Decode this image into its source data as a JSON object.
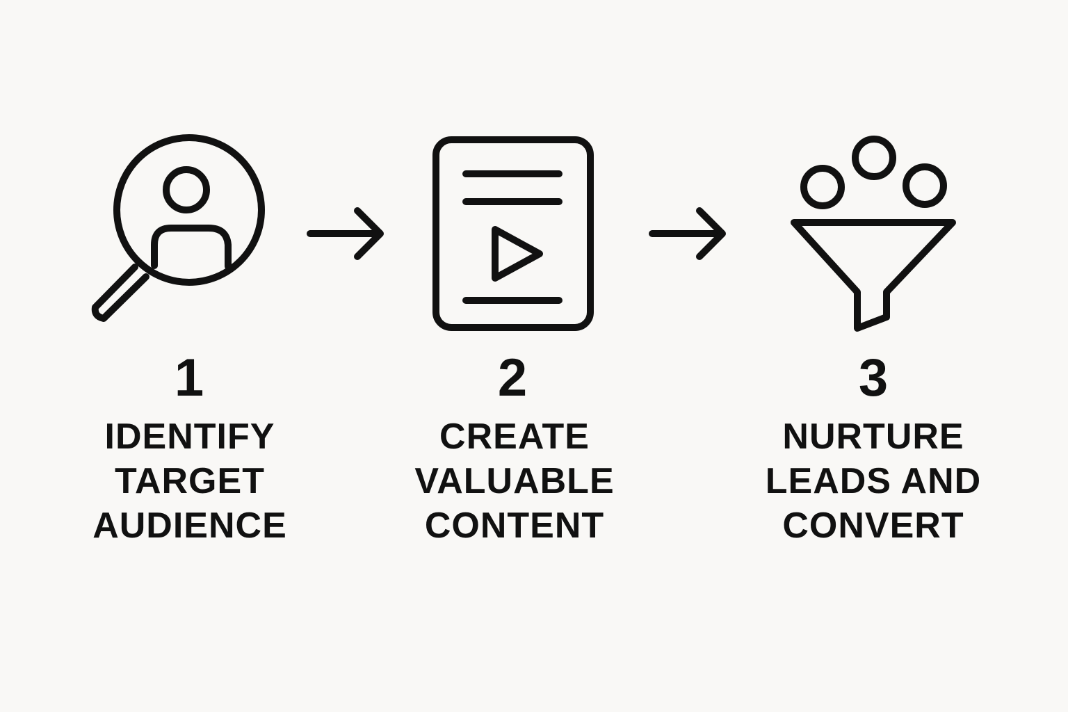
{
  "colors": {
    "background": "#f9f8f6",
    "ink": "#111111"
  },
  "steps": [
    {
      "number": "1",
      "lines": [
        "IDENTIFY",
        "TARGET",
        "AUDIENCE"
      ],
      "icon": "magnifier-person-icon"
    },
    {
      "number": "2",
      "lines": [
        "CREATE",
        "VALUABLE",
        "CONTENT"
      ],
      "icon": "document-play-icon"
    },
    {
      "number": "3",
      "lines": [
        "NURTURE",
        "LEADS AND",
        "CONVERT"
      ],
      "icon": "funnel-icon"
    }
  ],
  "connectors": [
    "arrow-right-icon",
    "arrow-right-icon"
  ]
}
